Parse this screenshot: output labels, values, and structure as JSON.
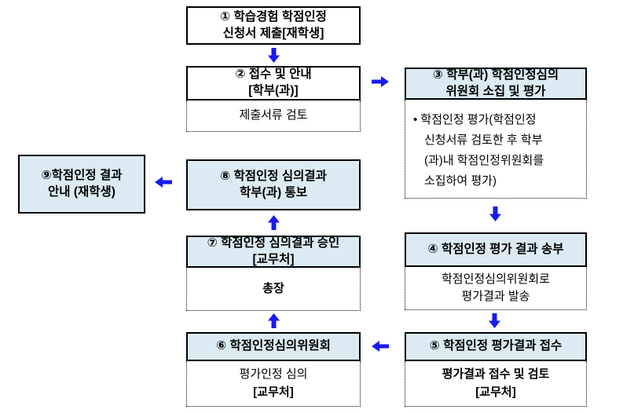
{
  "colors": {
    "box_fill_blue": "#dcebf3",
    "box_fill_white": "#ffffff",
    "border": "#000000",
    "arrow": "#1a1aef"
  },
  "steps": {
    "step1": {
      "title_lines": [
        "① 학습경험 학점인정",
        "신청서 제출[재학생]"
      ]
    },
    "step2": {
      "title_lines": [
        "② 접수 및 안내",
        "[학부(과)]"
      ],
      "body_lines": [
        "제출서류 검토"
      ]
    },
    "step3": {
      "title_lines": [
        "③ 학부(과) 학점인정심의",
        "위원회 소집 및 평가"
      ],
      "body_lines": [
        "• 학점인정 평가(학점인정",
        "신청서류 검토한 후 학부",
        "(과)내 학점인정위원회를",
        "소집하여 평가)"
      ]
    },
    "step4": {
      "title_lines": [
        "④ 학점인정 평가 결과 송부"
      ],
      "body_lines": [
        "학점인정심의위원회로",
        "평가결과 발송"
      ]
    },
    "step5": {
      "title_lines": [
        "⑤ 학점인정 평가결과 접수"
      ],
      "body_lines": [
        "평가결과 접수 및 검토",
        "[교무처]"
      ]
    },
    "step6": {
      "title_lines": [
        "⑥ 학점인정심의위원회"
      ],
      "body_lines": [
        "평가인정 심의",
        "[교무처]"
      ]
    },
    "step7": {
      "title_lines": [
        "⑦ 학점인정 심의결과 승인",
        "[교무처]"
      ],
      "body_lines": [
        "총장"
      ]
    },
    "step8": {
      "title_lines": [
        "⑧ 학점인정 심의결과",
        "학부(과) 통보"
      ]
    },
    "step9": {
      "title_lines": [
        "⑨학점인정 결과",
        "안내 (재학생)"
      ]
    }
  },
  "arrows": [
    {
      "name": "arrow-step1-to-step2",
      "direction": "down"
    },
    {
      "name": "arrow-step2-to-step3",
      "direction": "right"
    },
    {
      "name": "arrow-step3-to-step4",
      "direction": "down"
    },
    {
      "name": "arrow-step4-to-step5",
      "direction": "down"
    },
    {
      "name": "arrow-step5-to-step6",
      "direction": "left"
    },
    {
      "name": "arrow-step6-to-step7",
      "direction": "up"
    },
    {
      "name": "arrow-step7-to-step8",
      "direction": "up"
    },
    {
      "name": "arrow-step8-to-step9",
      "direction": "left"
    }
  ]
}
